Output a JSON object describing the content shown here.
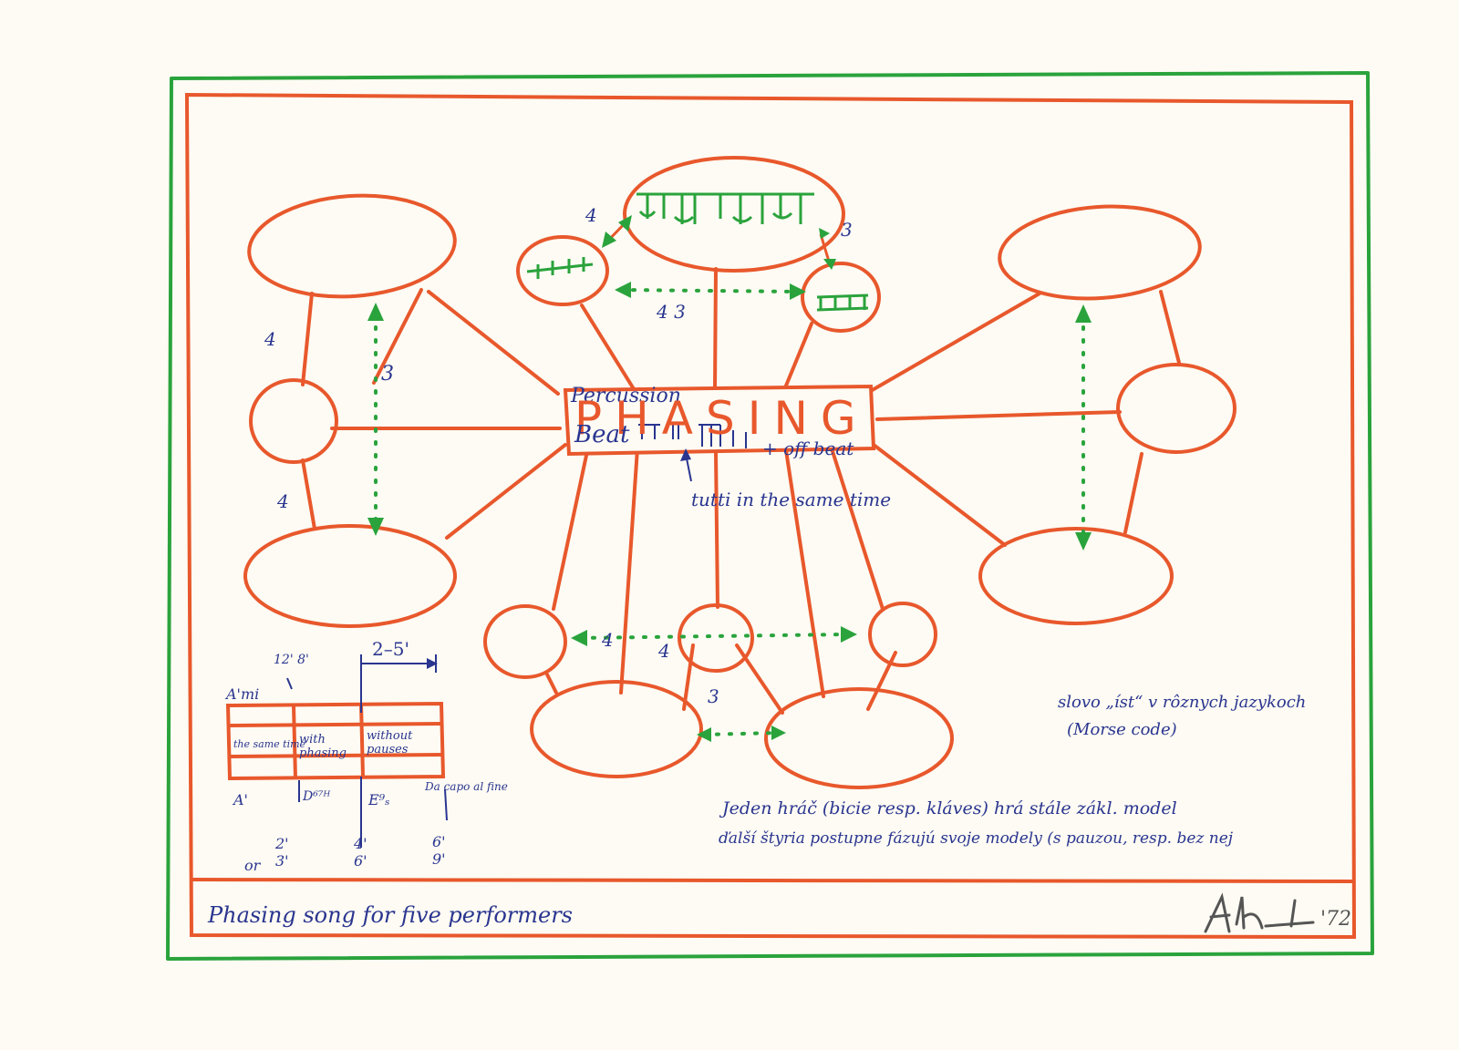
{
  "colors": {
    "orange": "#e8582c",
    "green": "#2aa33c",
    "blue": "#2a3590",
    "paper": "#fdfbf3"
  },
  "center": {
    "title": "PHASING",
    "percussion_label": "Percussion",
    "beat_label": "Beat",
    "off_beat_label": "+ off beat",
    "tutti_label": "tutti in the same time"
  },
  "dim_labels": {
    "left_upper": "4",
    "left_lower": "4",
    "left_center": "3",
    "top_left": "4",
    "top_right": "3",
    "top_bottom": "4 3",
    "bottom_left": "4",
    "bottom_mid": "4",
    "bottom_low": "3"
  },
  "schedule": {
    "top_label": "A'mi",
    "time_top": "12' 8'",
    "duration": "2–5'",
    "cells": [
      "the same time",
      "with phasing",
      "without pauses"
    ],
    "below": [
      "A'",
      "D⁶⁷ᴴ",
      "E⁹ₛ",
      "Da capo al fine"
    ],
    "times_col1": "2' 3'",
    "times_col2": "4' 6'",
    "times_col3": "6' 9'",
    "alt_label": "or"
  },
  "notes": {
    "morse_line1": "slovo „íst“ v rôznych jazykoch",
    "morse_line2": "(Morse code)",
    "instr_line1": "Jeden hráč (bicie resp. kláves) hrá stále zákl. model",
    "instr_line2": "ďalší štyria postupne fázujú svoje modely (s pauzou, resp. bez nej"
  },
  "footer": {
    "title": "Phasing song for five performers",
    "year": "'72"
  }
}
